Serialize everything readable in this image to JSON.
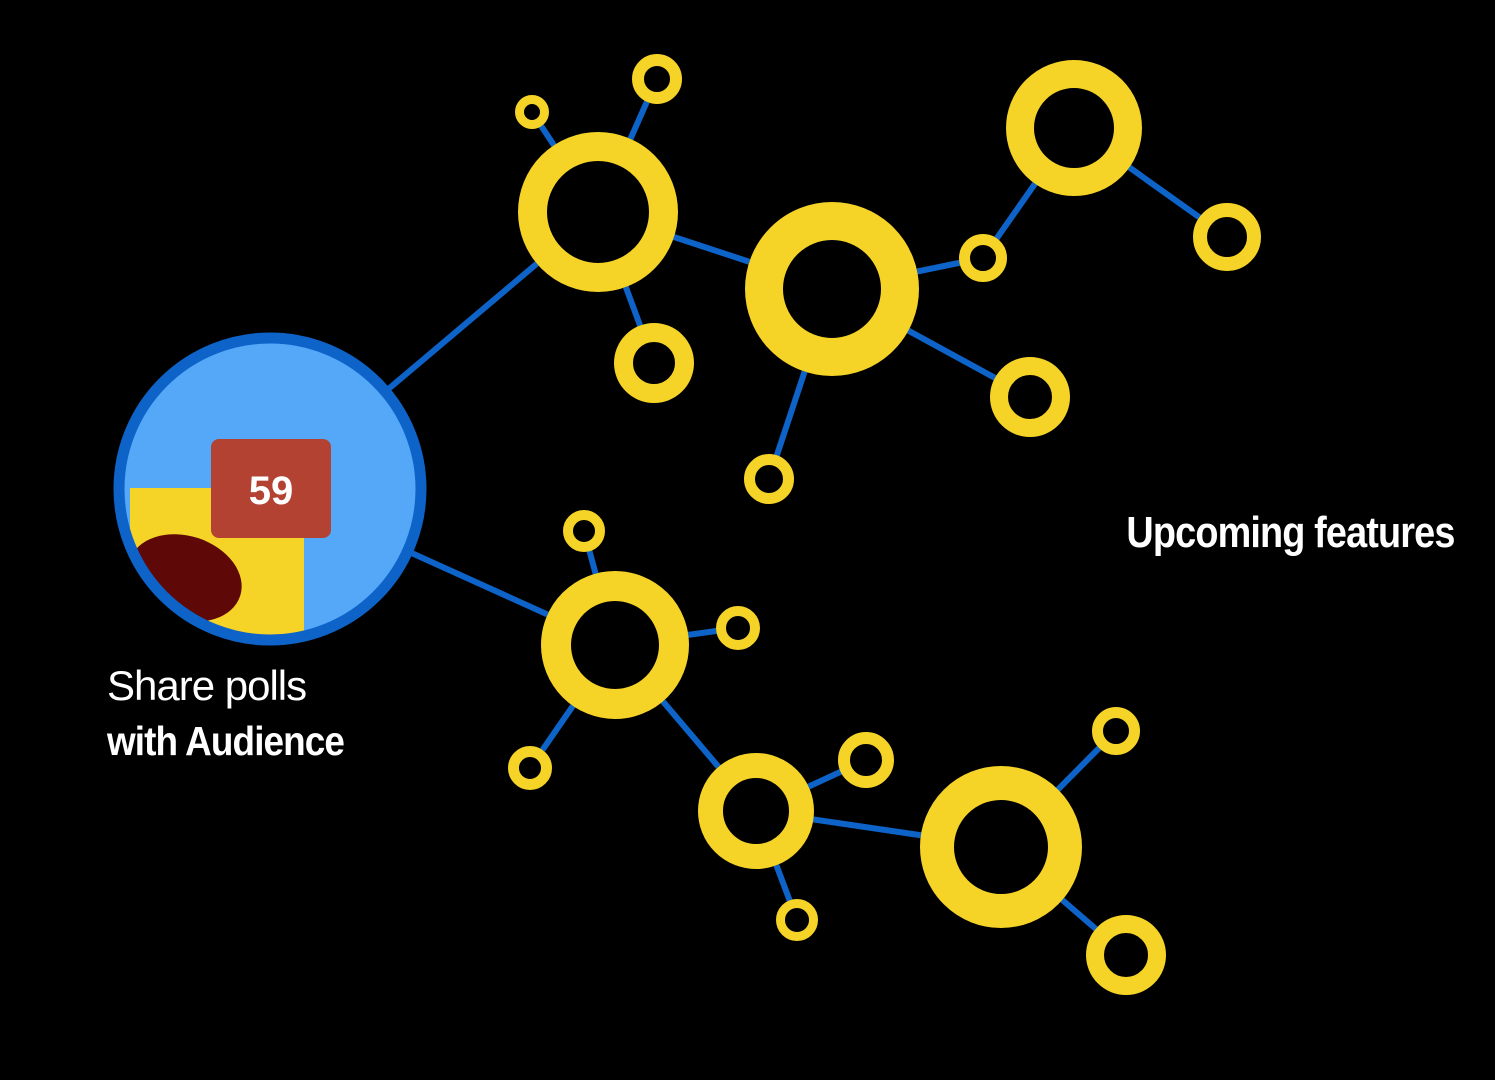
{
  "hub": {
    "badge_count": "59",
    "label_line1": "Share polls",
    "label_line2": "with Audience"
  },
  "upcoming_label": "Upcoming features",
  "colors": {
    "background": "#000000",
    "edge": "#0d63c8",
    "ring": "#f5d327",
    "hub_border": "#0d63c8",
    "hub_fill": "#55a8f7",
    "badge": "#b34233",
    "chart_yellow": "#f5d327",
    "chart_maroon": "#5e0808"
  }
}
